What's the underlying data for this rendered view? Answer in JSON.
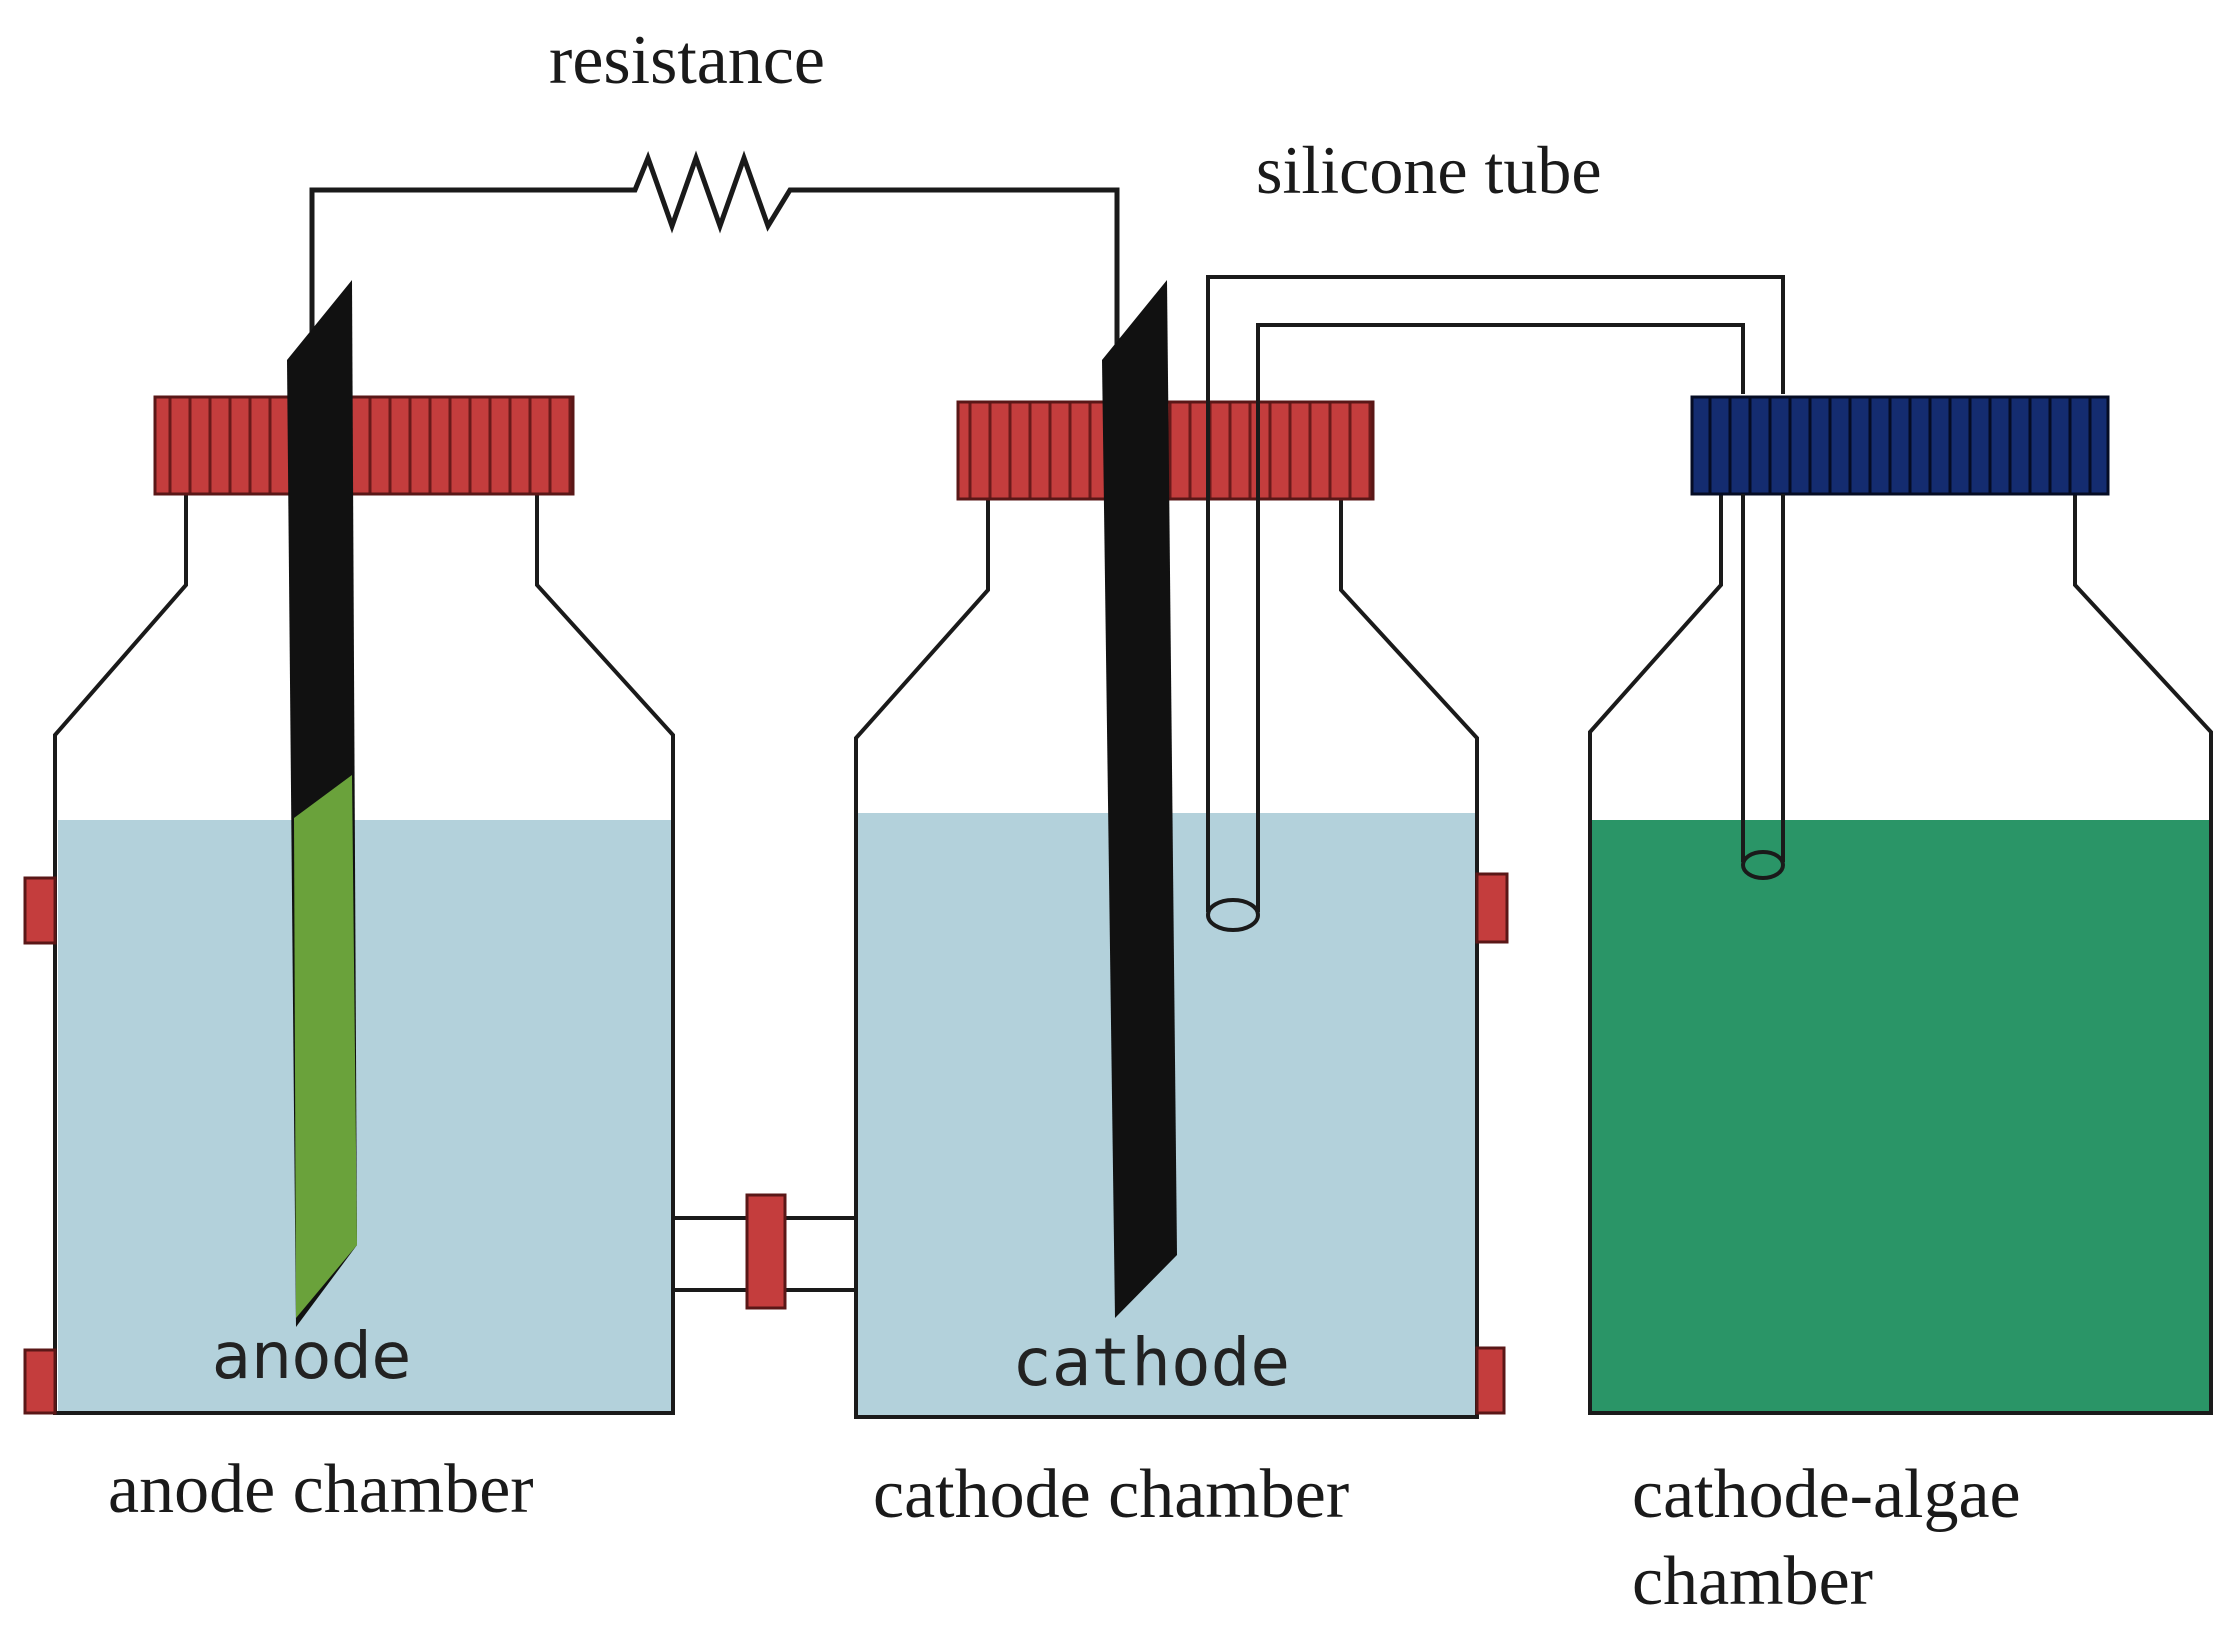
{
  "labels": {
    "resistance": "resistance",
    "silicone_tube": "silicone tube",
    "anode": "anode",
    "cathode": "cathode",
    "anode_chamber": "anode chamber",
    "cathode_chamber": "cathode chamber",
    "cathode_algae_chamber_line1": "cathode-algae",
    "cathode_algae_chamber_line2": "chamber"
  },
  "colors": {
    "water": "#b3d1db",
    "algae_water": "#2a9567",
    "red_cap": "#c43d3d",
    "blue_cap": "#142c70",
    "electrode": "#111111",
    "anode_coating": "#6aa23b",
    "outline": "#1a1a1a"
  }
}
